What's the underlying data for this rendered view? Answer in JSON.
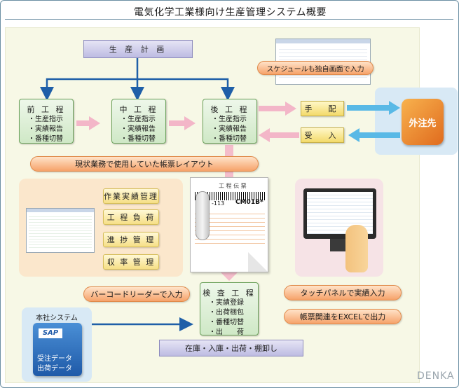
{
  "title": "電気化学工業様向け生産管理システム概要",
  "production_plan": "生 産 計 画",
  "processes": [
    {
      "title": "前 工 程",
      "items": [
        "・生産指示",
        "・実績報告",
        "・番種切替"
      ]
    },
    {
      "title": "中 工 程",
      "items": [
        "・生産指示",
        "・実績報告",
        "・番種切替"
      ]
    },
    {
      "title": "後 工 程",
      "items": [
        "・生産指示",
        "・実績報告",
        "・番種切替"
      ]
    }
  ],
  "schedule_note": "スケジュールも独自画面で入力",
  "tehai": "手　配",
  "ukeire": "受　入",
  "gaichusaki": "外注先",
  "genjo_note": "現状業務で使用していた帳票レイアウト",
  "mgmt_buttons": [
    "作業実績管理",
    "工 程 負 荷",
    "進 捗 管 理",
    "収 率 管 理"
  ],
  "barcode_note": "バーコードリーダーで入力",
  "inspection": {
    "title": "検 査 工 程",
    "items": [
      "・実績登録",
      "・出荷梱包",
      "・番種切替",
      "・出　　荷"
    ]
  },
  "touch_note": "タッチパネルで実績入力",
  "excel_note": "帳票関連をEXCELで出力",
  "honsha": "本社システム",
  "sap": {
    "logo": "SAP",
    "lines": [
      "受注データ",
      "出荷データ"
    ]
  },
  "zaiko": "在庫・入庫・出荷・棚卸し",
  "slip": {
    "header": "工 程 伝 票",
    "code": "CM01B*",
    "left_code": "-113"
  },
  "brand": "DENKA",
  "colors": {
    "flow_arrow": "#1f5fa8",
    "pink_arrow": "#f3b6c8",
    "cyan_arrow": "#59b9e6",
    "gaichu": "#f08a2c"
  }
}
